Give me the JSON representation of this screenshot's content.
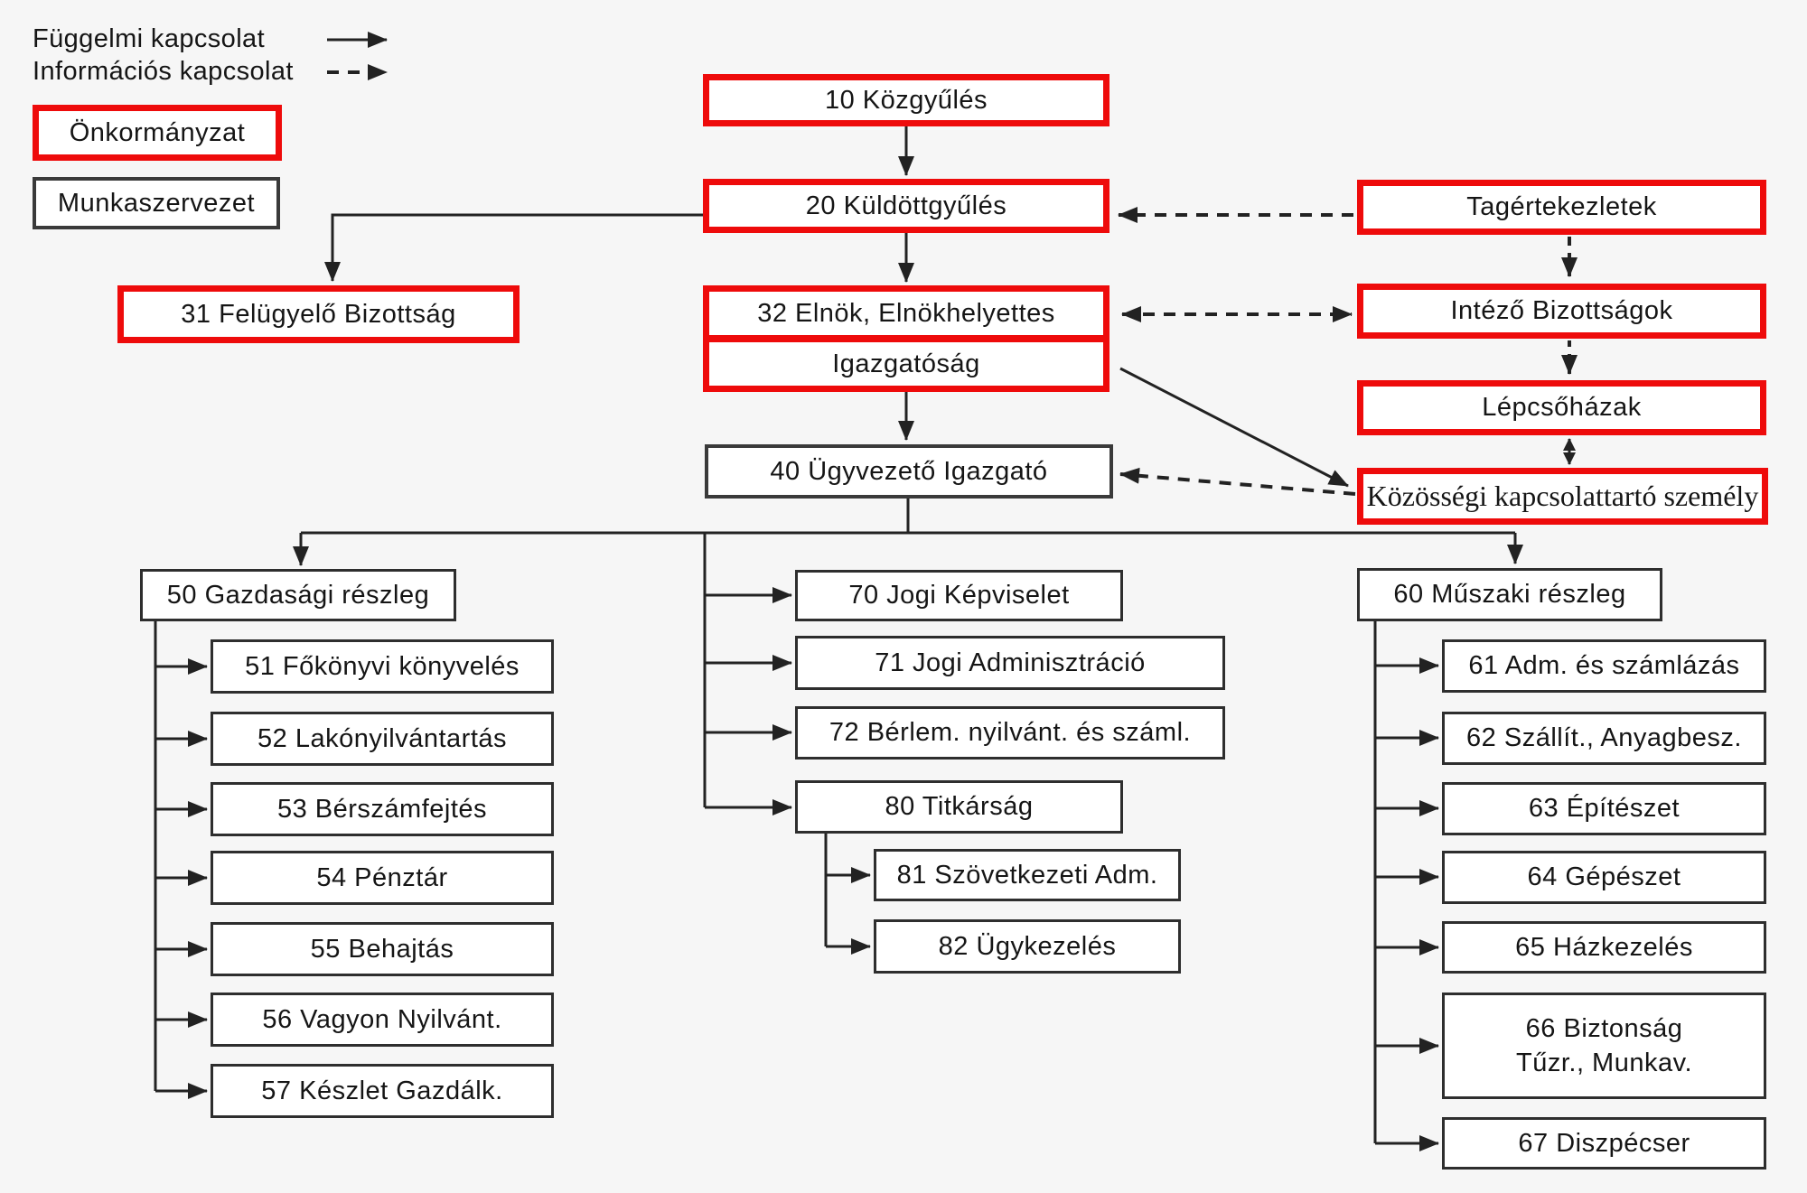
{
  "colors": {
    "accent_red": "#ee0b0b",
    "line_black": "#222222",
    "background": "#f6f6f6"
  },
  "legend": {
    "dependency_label": "Függelmi kapcsolat",
    "information_label": "Információs kapcsolat",
    "onkormanyzat_label": "Önkormányzat",
    "munkaszervezet_label": "Munkaszervezet"
  },
  "nodes": {
    "kozgyules10": {
      "label": "10 Közgyűlés"
    },
    "kuldottgyules20": {
      "label": "20 Küldöttgyűlés"
    },
    "tagertekezletek": {
      "label": "Tagértekezletek"
    },
    "felugyelo31": {
      "label": "31 Felügyelő Bizottság"
    },
    "elnok32": {
      "label": "32 Elnök, Elnökhelyettes"
    },
    "igazgatosag": {
      "label": "Igazgatóság"
    },
    "intezo_bizottsagok": {
      "label": "Intéző Bizottságok"
    },
    "lepcsohazak": {
      "label": "Lépcsőházak"
    },
    "kozossegi": {
      "label": "Közösségi kapcsolattartó személy"
    },
    "ugyvezeto40": {
      "label": "40 Ügyvezető Igazgató"
    },
    "gazdasagi50": {
      "label": "50 Gazdasági részleg"
    },
    "fokonyvi51": {
      "label": "51 Főkönyvi könyvelés"
    },
    "lakonyilvantartas52": {
      "label": "52 Lakónyilvántartás"
    },
    "berszamfejtes53": {
      "label": "53 Bérszámfejtés"
    },
    "penztar54": {
      "label": "54 Pénztár"
    },
    "behajtas55": {
      "label": "55 Behajtás"
    },
    "vagyon56": {
      "label": "56 Vagyon Nyilvánt."
    },
    "keszlet57": {
      "label": "57 Készlet Gazdálk."
    },
    "jogi70": {
      "label": "70 Jogi Képviselet"
    },
    "jogi71": {
      "label": "71 Jogi Adminisztráció"
    },
    "berlem72": {
      "label": "72 Bérlem. nyilvánt. és száml."
    },
    "titkarsag80": {
      "label": "80 Titkárság"
    },
    "szovetkezeti81": {
      "label": "81 Szövetkezeti Adm."
    },
    "ugykezeles82": {
      "label": "82 Ügykezelés"
    },
    "muszaki60": {
      "label": "60 Műszaki részleg"
    },
    "adm61": {
      "label": "61 Adm. és számlázás"
    },
    "szallit62": {
      "label": "62 Szállít., Anyagbesz."
    },
    "epiteszet63": {
      "label": "63 Építészet"
    },
    "gepeszet64": {
      "label": "64 Gépészet"
    },
    "hazkezeles65": {
      "label": "65 Házkezelés"
    },
    "biztonsag66": {
      "label": "66 Biztonság\nTűzr., Munkav."
    },
    "diszpecser67": {
      "label": "67 Diszpécser"
    }
  }
}
